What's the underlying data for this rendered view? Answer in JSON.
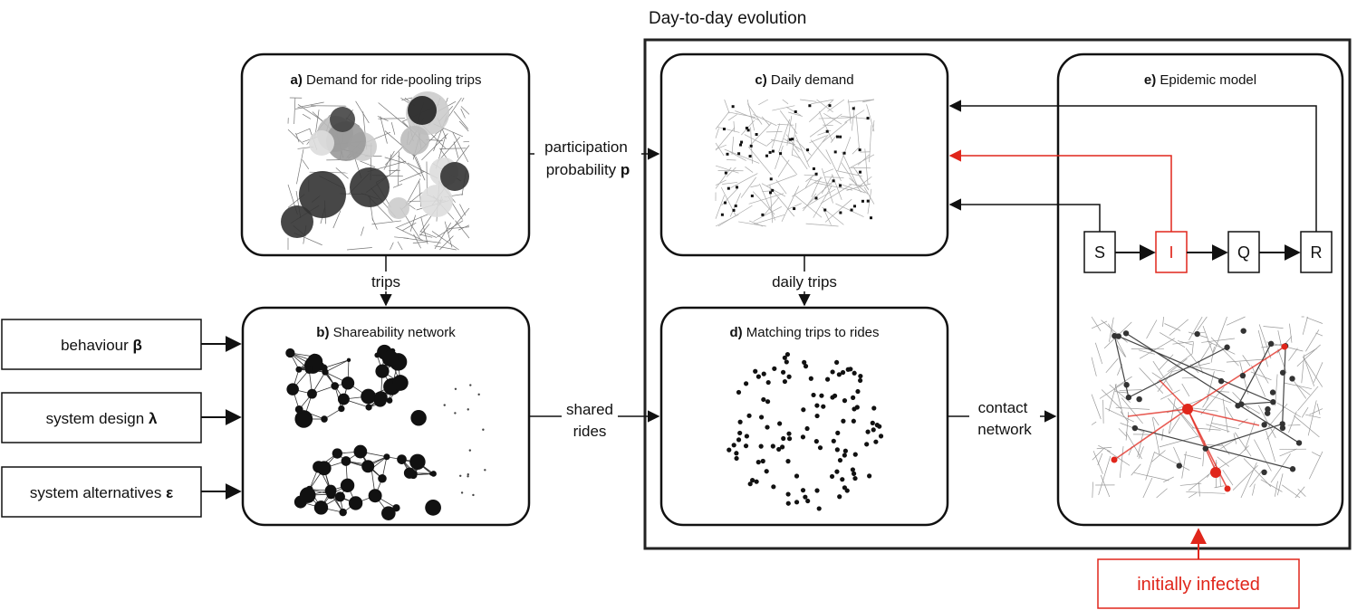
{
  "evolution_title": "Day-to-day evolution",
  "panels": {
    "a": {
      "letter": "a)",
      "title": "Demand for ride-pooling trips"
    },
    "b": {
      "letter": "b)",
      "title": "Shareability network"
    },
    "c": {
      "letter": "c)",
      "title": "Daily demand"
    },
    "d": {
      "letter": "d)",
      "title": "Matching trips to rides"
    },
    "e": {
      "letter": "e)",
      "title": "Epidemic model"
    }
  },
  "inputs": {
    "behaviour": {
      "text": "behaviour",
      "symbol": "β"
    },
    "system_design": {
      "text": "system design",
      "symbol": "λ"
    },
    "system_alternatives": {
      "text": "system alternatives",
      "symbol": "ε"
    }
  },
  "edges": {
    "participation_line1": "participation",
    "participation_line2": "probability",
    "participation_symbol": "p",
    "trips": "trips",
    "daily_trips": "daily trips",
    "shared_line1": "shared",
    "shared_line2": "rides",
    "contact_line1": "contact",
    "contact_line2": "network"
  },
  "compartments": [
    "S",
    "I",
    "Q",
    "R"
  ],
  "initially_infected": "initially infected",
  "colors": {
    "accent_red": "#e0261b",
    "dark": "#111111",
    "grey": "#bbbbbb"
  }
}
